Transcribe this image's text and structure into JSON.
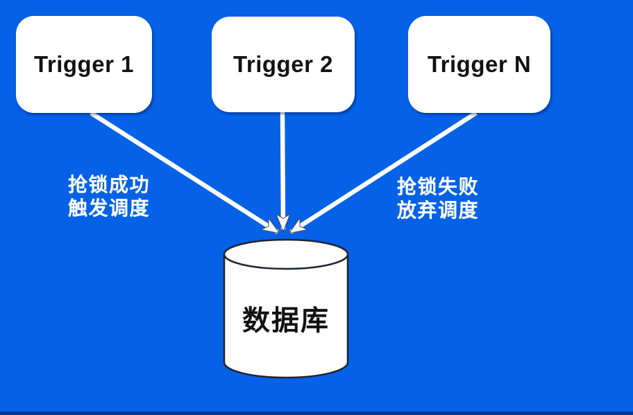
{
  "diagram": {
    "title": "distributed-trigger-lock-scheduling-diagram",
    "nodes": {
      "trigger1": {
        "label": "Trigger 1"
      },
      "trigger2": {
        "label": "Trigger 2"
      },
      "triggerN": {
        "label": "Trigger N"
      },
      "database": {
        "label": "数据库"
      }
    },
    "annotations": {
      "left": {
        "line1": "抢锁成功",
        "line2": "触发调度"
      },
      "right": {
        "line1": "抢锁失败",
        "line2": "放弃调度"
      }
    },
    "edges": [
      {
        "from": "trigger1",
        "to": "database",
        "note": "抢锁成功 触发调度"
      },
      {
        "from": "trigger2",
        "to": "database",
        "note": ""
      },
      {
        "from": "triggerN",
        "to": "database",
        "note": "抢锁失败 放弃调度"
      }
    ],
    "colors": {
      "background": "#0561e6",
      "node_fill": "#ffffff",
      "node_text": "#121212",
      "annotation_text": "#ffffff",
      "arrow": "#ffffff",
      "cylinder_outline": "#23242e",
      "bottom_strip": "#03144b"
    }
  }
}
